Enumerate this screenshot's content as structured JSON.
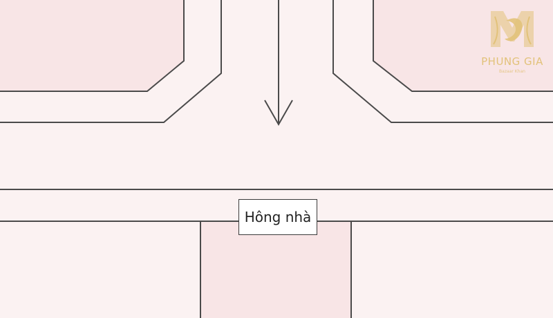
{
  "diagram": {
    "label": "Hông nhà",
    "colors": {
      "road": "#fbf2f2",
      "lot": "#f8e5e6",
      "line": "#4a4a4a",
      "logo": "#e2c27a"
    }
  },
  "logo": {
    "name": "PHUNG GIA",
    "tagline": "Bazaar Khan",
    "icon": "phung-gia-monogram-icon"
  }
}
